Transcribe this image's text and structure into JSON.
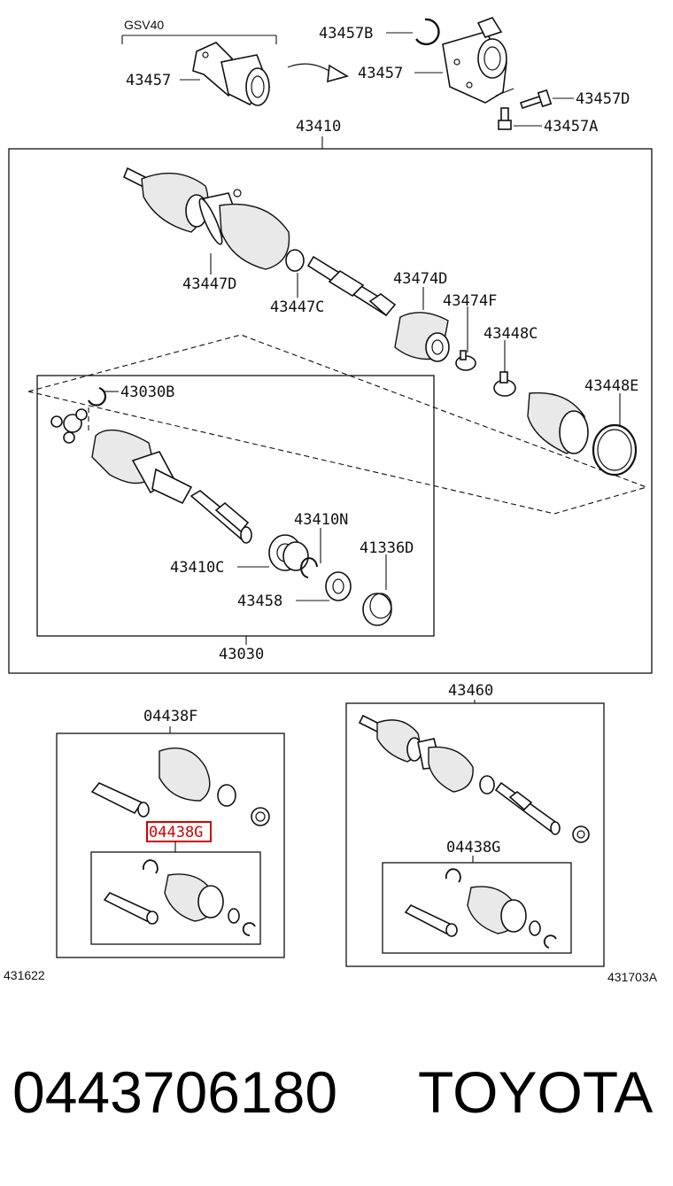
{
  "diagram": {
    "variant_label": "GSV40",
    "labels": {
      "p43457_left": "43457",
      "p43457b": "43457B",
      "p43457_right": "43457",
      "p43457d": "43457D",
      "p43457a": "43457A",
      "p43410": "43410",
      "p43447d": "43447D",
      "p43447c": "43447C",
      "p43474d": "43474D",
      "p43474f": "43474F",
      "p43448c": "43448C",
      "p43448e": "43448E",
      "p43030b": "43030B",
      "p43410n": "43410N",
      "p41336d": "41336D",
      "p43410c": "43410C",
      "p43458": "43458",
      "p43030": "43030",
      "p04438f": "04438F",
      "p04438g_highlight": "04438G",
      "p43460": "43460",
      "p04438g_right": "04438G"
    },
    "figure_left_id": "431622",
    "figure_right_id": "431703A",
    "highlight_color": "#d40000"
  },
  "footer": {
    "part_number": "0443706180",
    "brand": "TOYOTA"
  }
}
